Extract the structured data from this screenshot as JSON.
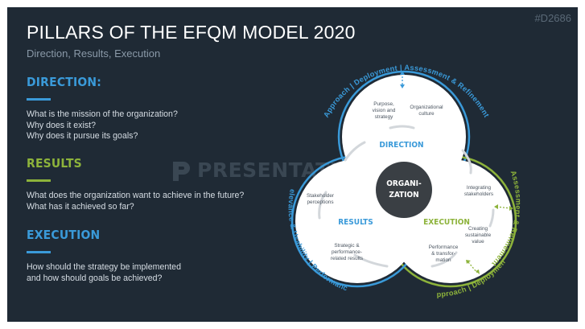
{
  "tag": "#D2686",
  "title": "PILLARS OF THE EFQM MODEL 2020",
  "subtitle": "Direction, Results, Execution",
  "sections": [
    {
      "heading": "DIRECTION:",
      "lines": [
        "What is the mission of the organization?",
        "Why does it exist?",
        "Why does it pursue its goals?"
      ]
    },
    {
      "heading": "RESULTS",
      "lines": [
        "What does the organization want to achieve in the future?",
        "What has it achieved so far?"
      ]
    },
    {
      "heading": "EXECUTION",
      "lines": [
        "How should the strategy be implemented",
        "and how should goals be achieved?"
      ]
    }
  ],
  "watermark": "PRESENTATIONLOAD",
  "diagram": {
    "center": [
      "ORGANI-",
      "ZATION"
    ],
    "segments": {
      "direction": "DIRECTION",
      "results": "RESULTS",
      "execution": "EXECUTION"
    },
    "nodes": {
      "purpose": [
        "Purpose,",
        "vision and",
        "strategy"
      ],
      "culture": [
        "Organizational",
        "culture"
      ],
      "stakeholders": [
        "Integrating",
        "stakeholders"
      ],
      "value": [
        "Creating",
        "sustainable",
        "value"
      ],
      "performance": [
        "Performance",
        "& transfor-",
        "mation"
      ],
      "strategic": [
        "Strategic &",
        "performance-",
        "related results"
      ],
      "perceptions": [
        "Stakeholder",
        "perceptions"
      ]
    },
    "ring_top": "Approach | Deployment | Assessment & Refinement",
    "ring_right": "Assessment & Refinement",
    "ring_bottom_right": "Approach | Deployment |",
    "ring_left": "Relevance & Usability | Performance"
  },
  "colors": {
    "background": "#1f2a35",
    "accent_blue": "#3a9ad9",
    "accent_green": "#8db33b",
    "center": "#3a3f44"
  }
}
